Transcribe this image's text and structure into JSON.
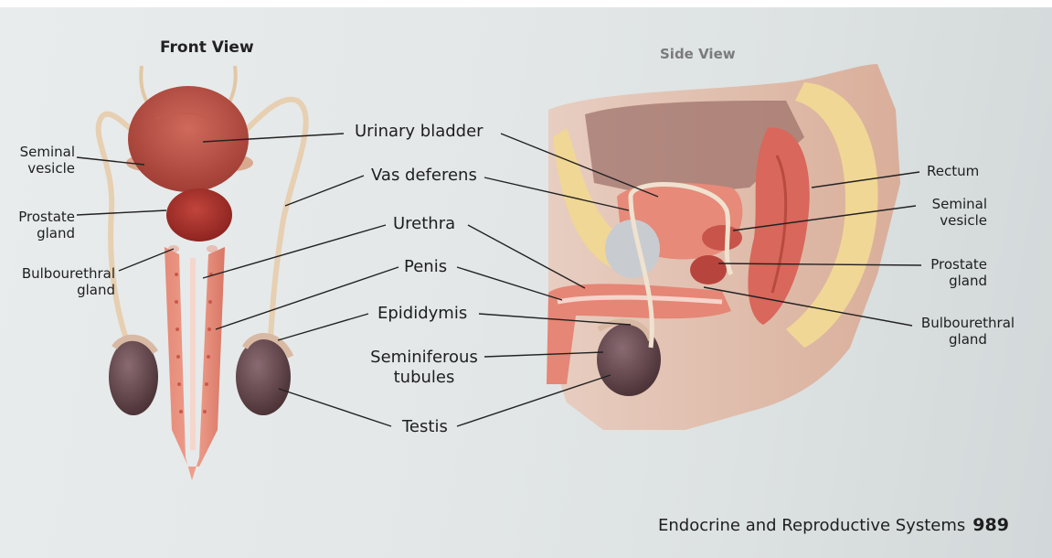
{
  "front_view": {
    "title": "Front View",
    "labels": {
      "seminal_vesicle": [
        "Seminal",
        "vesicle"
      ],
      "prostate_gland": [
        "Prostate",
        "gland"
      ],
      "bulbourethral_gland": [
        "Bulbourethral",
        "gland"
      ]
    }
  },
  "side_view": {
    "title": "Side View",
    "labels": {
      "rectum": "Rectum",
      "seminal_vesicle": [
        "Seminal",
        "vesicle"
      ],
      "prostate_gland": [
        "Prostate",
        "gland"
      ],
      "bulbourethral_gland": [
        "Bulbourethral",
        "gland"
      ]
    }
  },
  "shared_labels": {
    "urinary_bladder": "Urinary bladder",
    "vas_deferens": "Vas deferens",
    "urethra": "Urethra",
    "penis": "Penis",
    "epididymis": "Epididymis",
    "seminiferous_tubules": [
      "Seminiferous",
      "tubules"
    ],
    "testis": "Testis"
  },
  "footer": {
    "section_title": "Endocrine and Reproductive Systems",
    "page_number": "989"
  }
}
